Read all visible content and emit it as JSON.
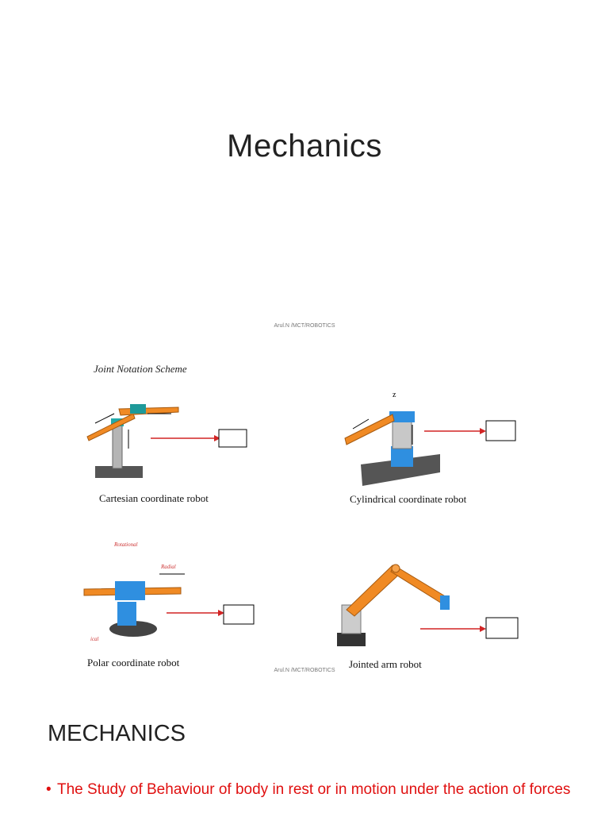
{
  "slide1": {
    "title": "Mechanics"
  },
  "slide2": {
    "footer_top": "Arul.N /MCT/ROBOTICS",
    "scheme_title": "Joint Notation Scheme",
    "robots": [
      {
        "caption": "Cartesian coordinate robot"
      },
      {
        "caption": "Cylindrical coordinate robot"
      },
      {
        "caption": "Polar coordinate robot",
        "labels": [
          "Rotational",
          "Radial",
          "ical"
        ]
      },
      {
        "caption": "Jointed arm  robot"
      }
    ],
    "footer_bottom": "Arul.N /MCT/ROBOTICS"
  },
  "slide3": {
    "heading": "MECHANICS",
    "bullet": "The Study of Behaviour of body  in rest or in motion under the action of forces"
  },
  "colors": {
    "arm_orange": "#f08a24",
    "joint_blue": "#2f8fe0",
    "joint_teal": "#1e9a9a",
    "base_dark": "#555555",
    "arrow_red": "#d22424",
    "bullet_red": "#e01010"
  }
}
